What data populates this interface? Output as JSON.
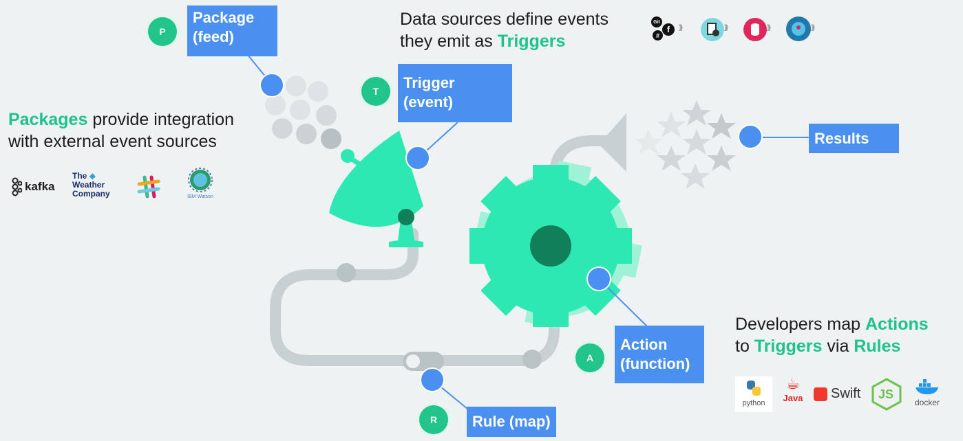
{
  "labels": {
    "package": [
      "Package",
      "(feed)"
    ],
    "trigger": [
      "Trigger",
      "(event)"
    ],
    "results": "Results",
    "action": [
      "Action",
      "(function)"
    ],
    "rule": "Rule (map)"
  },
  "badges": {
    "package": "P",
    "trigger": "T",
    "action": "A",
    "rule": "R"
  },
  "captions": {
    "data_sources": {
      "line1": "Data sources define events",
      "line2_pre": "they emit as ",
      "line2_hl": "Triggers"
    },
    "packages": {
      "hl": "Packages",
      "line1_rest": " provide integration",
      "line2": "with external event sources"
    },
    "developers": {
      "l1_pre": "Developers map ",
      "l1_hl": "Actions",
      "l2_pre": "to ",
      "l2_hl1": "Triggers",
      "l2_mid": " via ",
      "l2_hl2": "Rules"
    }
  },
  "partner_logos": {
    "kafka": "kafka",
    "weather": [
      "The",
      "Weather",
      "Company"
    ],
    "watson": "IBM Watson"
  },
  "source_icons": {
    "git": "Git",
    "facebook": "f",
    "hash": "#"
  },
  "runtime_logos": {
    "python": "python",
    "java": "Java",
    "swift": "Swift",
    "nodejs": "JS",
    "docker": "docker"
  },
  "colors": {
    "accent": "#1fc28c",
    "box": "#4a90f0",
    "gear": "#2de8b2",
    "pipe": "#c8d0d3"
  }
}
